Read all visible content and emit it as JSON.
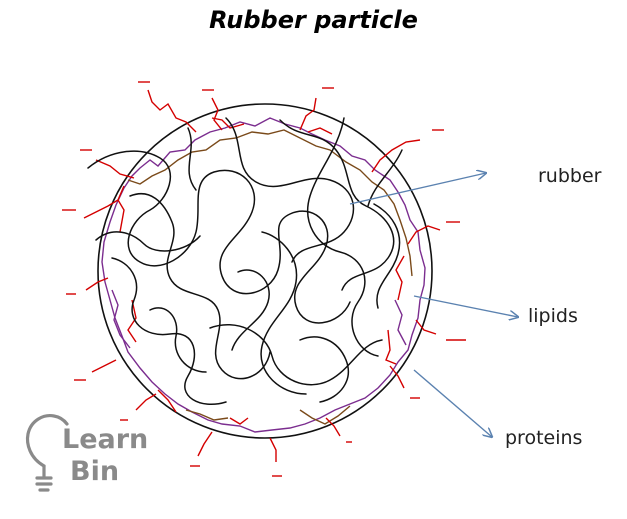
{
  "title": "Rubber particle",
  "labels": {
    "rubber": "rubber",
    "lipids": "lipids",
    "proteins": "proteins"
  },
  "logo": {
    "line1": "Learn",
    "line2": "Bin"
  },
  "colors": {
    "rubber_chains": "#000000",
    "proteins": "#d40000",
    "lipids": "#7b2d8f",
    "lipid_alt": "#7a4a1a",
    "arrows": "#5b82b0",
    "logo": "#8a8a8a"
  },
  "icons": [
    "lightbulb-icon"
  ]
}
